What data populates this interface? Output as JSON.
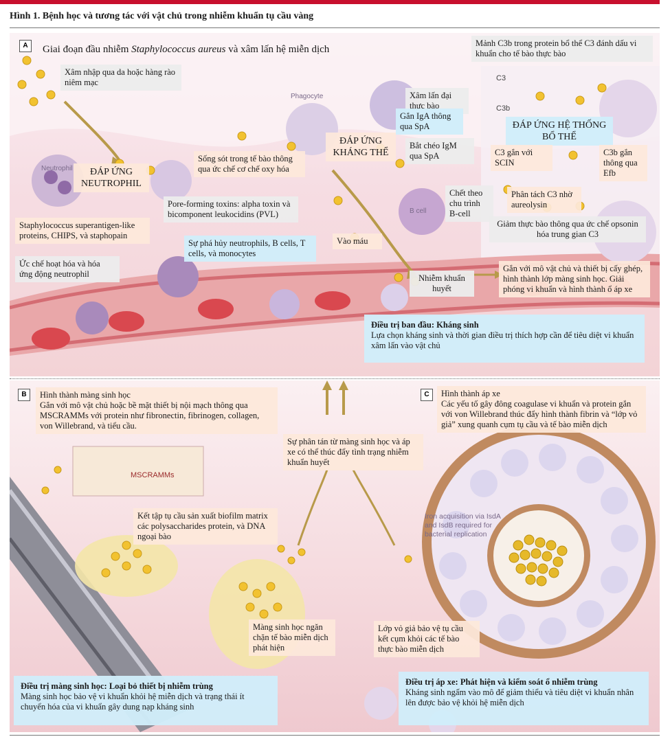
{
  "figure": {
    "title": "Hình 1. Bệnh học và tương tác với vật chủ trong nhiễm khuẩn tụ cầu vàng",
    "colors": {
      "title_rule": "#c8102e",
      "label_peach": "#fde8da",
      "label_gray": "#ececec",
      "label_blue": "#d0edfa",
      "tissue_pink": "#f6d6d9",
      "bacteria_yellow": "#f2c230"
    }
  },
  "panel_a": {
    "letter": "A",
    "heading_prefix": "Giai đoạn đầu nhiễm ",
    "heading_italic": "Staphylococcus aureus",
    "heading_suffix": " và xâm lấn hệ miễn dịch",
    "labels": {
      "entry": "Xâm nhập qua da hoặc hàng rào niêm mạc",
      "phagocyte": "Phagocyte",
      "neutrophil_img": "Neutrophil",
      "bcell_img": "B cell",
      "neutrophil_response": "ĐÁP ỨNG NEUTROPHIL",
      "survive": "Sống sót trong tế bào thông qua ức chế cơ chế oxy hóa",
      "pore_toxins": "Pore-forming toxins: alpha toxin và bicomponent leukocidins (PVL)",
      "superantigen": "Staphylococcus superantigen-like proteins, CHIPS, và staphopain",
      "inhibit": "Ức chế hoạt hóa và hóa ứng động neutrophil",
      "destroy": "Sự phá hủy neutrophils, B cells, T cells, và monocytes",
      "macrophage": "Xâm lấn đại thực bào",
      "iga": "Gắn IgA thông qua SpA",
      "antibody_response": "ĐÁP ỨNG KHÁNG THỂ",
      "igm": "Bắt chéo IgM qua SpA",
      "bcell_death": "Chết theo chu trình B-cell",
      "blood": "Vào máu",
      "c3b_mark": "Mảnh C3b trong protein bổ thể C3 đánh dấu vi khuẩn cho tế bào thực bào",
      "c3_text": "C3",
      "c3b_text": "C3b",
      "complement_response": "ĐÁP ỨNG HỆ THỐNG BỔ THỂ",
      "c3_scin": "C3 gắn với SCIN",
      "c3b_efb": "C3b gắn thông qua Efb",
      "aureolysin": "Phân tách C3 nhờ aureolysin",
      "opsonin": "Giảm thực bào thông qua ức chế opsonin hóa trung gian C3",
      "bacteremia": "Nhiễm khuẩn huyết",
      "attach_host": "Gắn với mô vật chủ và thiết bị cấy ghép, hình thành lớp màng sinh học. Giải phóng vi khuẩn và hình thành ổ áp xe"
    },
    "treatment": {
      "title": "Điều trị ban đầu: Kháng sinh",
      "body": "Lựa chọn kháng sinh và thời gian điều trị thích hợp cần để tiêu diệt vi khuẩn xâm lấn vào vật chủ"
    }
  },
  "panel_b": {
    "letter": "B",
    "labels": {
      "biofilm": "Hình thành màng sinh học",
      "biofilm_body": "Gắn với mô vật chủ hoặc bề mặt thiết bị nội mạch thông qua MSCRAMMs với protein như fibronectin, fibrinogen, collagen, von Willebrand, và tiểu cầu.",
      "mscramms": "MSCRAMMs",
      "aggregate": "Kết tập tụ cầu sản xuất biofilm matrix các polysaccharides protein, và DNA ngoại bào",
      "block": "Màng sinh học ngăn chặn tế bào miễn dịch phát hiện",
      "dispersal": "Sự phân tán từ màng sinh học và áp xe có thể thúc đẩy tình trạng nhiễm khuẩn huyết"
    },
    "treatment": {
      "title": "Điều trị màng sinh học: Loại bỏ thiết bị nhiễm trùng",
      "body": "Màng sinh học bảo vệ vi khuẩn khỏi hệ miễn dịch và trạng thái ít chuyển hóa của vi khuẩn gây dung nạp kháng sinh"
    }
  },
  "panel_c": {
    "letter": "C",
    "labels": {
      "abscess": "Hình thành áp xe",
      "abscess_body": "Các yếu tố gây đông coagulase vi khuẩn và protein gắn với von Willebrand thúc đẩy hình thành fibrin và “lớp vỏ giả” xung quanh cụm tụ cầu và tế bào miễn dịch",
      "iron": "Iron acquisition via IsdA and IsdB required for bacterial replication",
      "pseudocapsule": "Lớp vỏ giả bảo vệ tụ cầu kết cụm khỏi các tế bào thực bào miễn dịch"
    },
    "treatment": {
      "title": "Điều trị áp xe: Phát hiện và kiểm soát ổ nhiễm trùng",
      "body": "Kháng sinh ngấm vào mô để giảm thiểu và tiêu diệt vi khuẩn nhân lên được bảo vệ khỏi hệ miễn dịch"
    }
  }
}
